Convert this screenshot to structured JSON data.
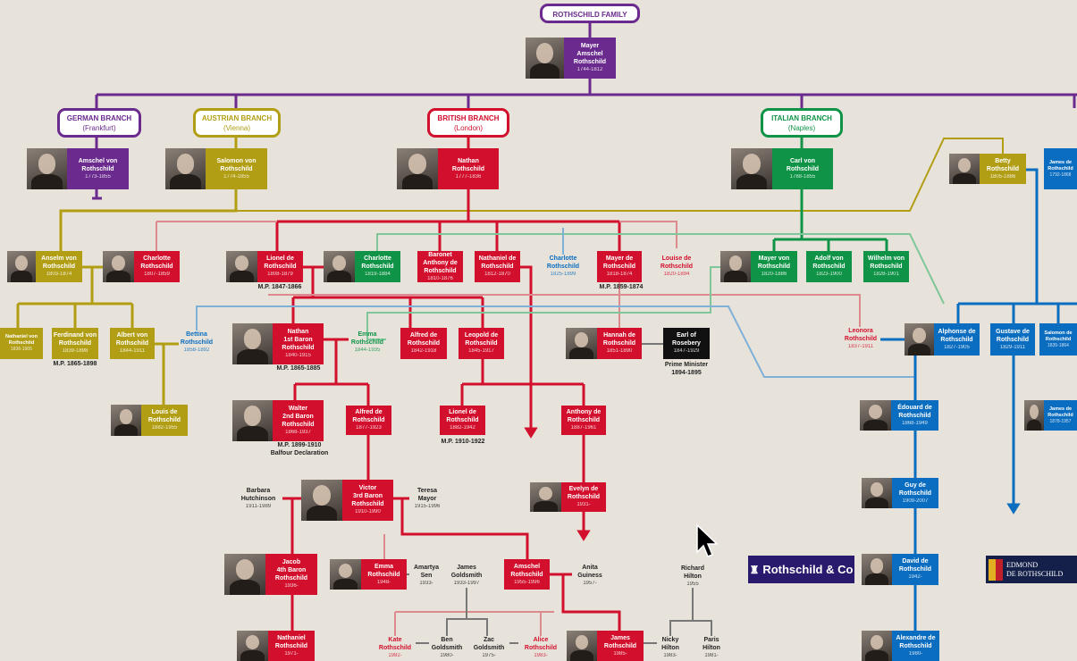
{
  "title": "ROTHSCHILD FAMILY",
  "colors": {
    "purple": "#6a2a8e",
    "olive": "#b29e14",
    "red": "#d20f2c",
    "green": "#0f9447",
    "blue": "#0a6dc0",
    "black": "#111111"
  },
  "branches": [
    {
      "id": "german",
      "label": "GERMAN BRANCH",
      "city": "(Frankfurt)",
      "color": "purple"
    },
    {
      "id": "austrian",
      "label": "AUSTRIAN BRANCH",
      "city": "(Vienna)",
      "color": "olive"
    },
    {
      "id": "british",
      "label": "BRITISH BRANCH",
      "city": "(London)",
      "color": "red"
    },
    {
      "id": "italian",
      "label": "ITALIAN BRANCH",
      "city": "(Naples)",
      "color": "green"
    }
  ],
  "people": [
    {
      "id": "mayer",
      "name": "Mayer\nAmschel\nRothschild",
      "dates": "1744-1812",
      "color": "purple"
    },
    {
      "id": "amschel",
      "name": "Amschel von\nRothschild",
      "dates": "1773-1855",
      "color": "purple"
    },
    {
      "id": "salomon",
      "name": "Salomon von\nRothschild",
      "dates": "1774-1855",
      "color": "olive"
    },
    {
      "id": "nathan",
      "name": "Nathan\nRothschild",
      "dates": "1777-1836",
      "color": "red"
    },
    {
      "id": "carl",
      "name": "Carl von\nRothschild",
      "dates": "1788-1855",
      "color": "green"
    },
    {
      "id": "betty",
      "name": "Betty\nRothschild",
      "dates": "1805-1886",
      "color": "olive"
    },
    {
      "id": "james",
      "name": "James de\nRothschild",
      "dates": "1792-1868",
      "color": "blue"
    },
    {
      "id": "anselm",
      "name": "Anselm von\nRothschild",
      "dates": "1803-1874",
      "color": "olive"
    },
    {
      "id": "charlotte_r",
      "name": "Charlotte\nRothschild",
      "dates": "1807-1859",
      "color": "red"
    },
    {
      "id": "lionel",
      "name": "Lionel de\nRothschild",
      "dates": "1808-1879",
      "color": "red"
    },
    {
      "id": "charlotte_g",
      "name": "Charlotte\nRothschild",
      "dates": "1819-1884",
      "color": "green"
    },
    {
      "id": "anthony",
      "name": "Baronet\nAnthony de\nRothschild",
      "dates": "1810-1876",
      "color": "red"
    },
    {
      "id": "nathaniel",
      "name": "Nathaniel de\nRothschild",
      "dates": "1812-1870",
      "color": "red"
    },
    {
      "id": "charlotte_b",
      "name": "Charlotte\nRothschild",
      "dates": "1825-1899",
      "color": "blue",
      "text": true
    },
    {
      "id": "mayer_de",
      "name": "Mayer de\nRothschild",
      "dates": "1818-1874",
      "color": "red"
    },
    {
      "id": "louise",
      "name": "Louise de\nRothschild",
      "dates": "1820-1894",
      "color": "red",
      "text": true
    },
    {
      "id": "mayer_von",
      "name": "Mayer von\nRothschild",
      "dates": "1820-1886",
      "color": "green"
    },
    {
      "id": "adolf",
      "name": "Adolf von\nRothschild",
      "dates": "1823-1900",
      "color": "green"
    },
    {
      "id": "wilhelm",
      "name": "Wilhelm von\nRothschild",
      "dates": "1828-1901",
      "color": "green"
    },
    {
      "id": "nathaniel_von",
      "name": "Nathaniel von\nRothschild",
      "dates": "1836-1905",
      "color": "olive"
    },
    {
      "id": "ferdinand",
      "name": "Ferdinand von\nRothschild",
      "dates": "1839-1898",
      "color": "olive"
    },
    {
      "id": "albert",
      "name": "Albert von\nRothschild",
      "dates": "1844-1911",
      "color": "olive"
    },
    {
      "id": "bettina",
      "name": "Bettina\nRothschild",
      "dates": "1858-1892",
      "color": "blue",
      "text": true
    },
    {
      "id": "nathan1",
      "name": "Nathan\n1st Baron\nRothschild",
      "dates": "1840-1915",
      "color": "red"
    },
    {
      "id": "emma",
      "name": "Emma\nRothschild",
      "dates": "1844-1935",
      "color": "green",
      "text": true
    },
    {
      "id": "alfred",
      "name": "Alfred de\nRothschild",
      "dates": "1842-1918",
      "color": "red"
    },
    {
      "id": "leopold",
      "name": "Leopold de\nRothschild",
      "dates": "1845-1917",
      "color": "red"
    },
    {
      "id": "hannah",
      "name": "Hannah de\nRothschild",
      "dates": "1851-1890",
      "color": "red"
    },
    {
      "id": "rosebery",
      "name": "Earl of\nRosebery",
      "dates": "1847-1929",
      "color": "black"
    },
    {
      "id": "leonora",
      "name": "Leonora\nRothschild",
      "dates": "1837-1911",
      "color": "red",
      "text": true
    },
    {
      "id": "alphonse",
      "name": "Alphonse de\nRothschild",
      "dates": "1827-1905",
      "color": "blue"
    },
    {
      "id": "gustave",
      "name": "Gustave de\nRothschild",
      "dates": "1829-1911",
      "color": "blue"
    },
    {
      "id": "salomon_j",
      "name": "Salomon de\nRothschild",
      "dates": "1835-1864",
      "color": "blue"
    },
    {
      "id": "louis",
      "name": "Louis de\nRothschild",
      "dates": "1882-1955",
      "color": "olive"
    },
    {
      "id": "walter",
      "name": "Walter\n2nd Baron\nRothschild",
      "dates": "1868-1937",
      "color": "red"
    },
    {
      "id": "alfred2",
      "name": "Alfred de\nRothschild",
      "dates": "1877-1923",
      "color": "red"
    },
    {
      "id": "lionel2",
      "name": "Lionel de\nRothschild",
      "dates": "1882-1942",
      "color": "red"
    },
    {
      "id": "anthony2",
      "name": "Anthony de\nRothschild",
      "dates": "1887-1961",
      "color": "red"
    },
    {
      "id": "edouard",
      "name": "Édouard de\nRothschild",
      "dates": "1868-1949",
      "color": "blue"
    },
    {
      "id": "james_j",
      "name": "James de\nRothschild",
      "dates": "1878-1957",
      "color": "blue"
    },
    {
      "id": "victor",
      "name": "Victor\n3rd Baron\nRothschild",
      "dates": "1910-1990",
      "color": "red"
    },
    {
      "id": "barbara",
      "name": "Barbara\nHutchinson",
      "dates": "1911-1989",
      "color": "black",
      "text": true
    },
    {
      "id": "teresa",
      "name": "Teresa\nMayor",
      "dates": "1915-1996",
      "color": "black",
      "text": true
    },
    {
      "id": "evelyn",
      "name": "Evelyn de\nRothschild",
      "dates": "1931-",
      "color": "red"
    },
    {
      "id": "guy",
      "name": "Guy de\nRothschild",
      "dates": "1909-2007",
      "color": "blue"
    },
    {
      "id": "jacob",
      "name": "Jacob\n4th Baron\nRothschild",
      "dates": "1936-",
      "color": "red"
    },
    {
      "id": "emma2",
      "name": "Emma\nRothschild",
      "dates": "1948-",
      "color": "red"
    },
    {
      "id": "amartya",
      "name": "Amartya\nSen",
      "dates": "1933-",
      "color": "black",
      "text": true
    },
    {
      "id": "james_g",
      "name": "James\nGoldsmith",
      "dates": "1933-1997",
      "color": "black",
      "text": true
    },
    {
      "id": "amschel2",
      "name": "Amschel\nRothschild",
      "dates": "1955-1996",
      "color": "red"
    },
    {
      "id": "anita",
      "name": "Anita\nGuiness",
      "dates": "1957-",
      "color": "black",
      "text": true
    },
    {
      "id": "richard",
      "name": "Richard\nHilton",
      "dates": "1955",
      "color": "black",
      "text": true
    },
    {
      "id": "david",
      "name": "David de\nRothschild",
      "dates": "1942-",
      "color": "blue"
    },
    {
      "id": "nathaniel2",
      "name": "Nathaniel\nRothschild",
      "dates": "1971-",
      "color": "red"
    },
    {
      "id": "kate",
      "name": "Kate\nRothschild",
      "dates": "1982-",
      "color": "red",
      "text": true
    },
    {
      "id": "ben",
      "name": "Ben\nGoldsmith",
      "dates": "1980-",
      "color": "black",
      "text": true
    },
    {
      "id": "zac",
      "name": "Zac\nGoldsmith",
      "dates": "1975-",
      "color": "black",
      "text": true
    },
    {
      "id": "alice",
      "name": "Alice\nRothschild",
      "dates": "1983-",
      "color": "red",
      "text": true
    },
    {
      "id": "james2",
      "name": "James\nRothschild",
      "dates": "1985-",
      "color": "red"
    },
    {
      "id": "nicky",
      "name": "Nicky\nHilton",
      "dates": "1983-",
      "color": "black",
      "text": true
    },
    {
      "id": "paris",
      "name": "Paris\nHilton",
      "dates": "1981-",
      "color": "black",
      "text": true
    },
    {
      "id": "alexandre",
      "name": "Alexandre de\nRothschild",
      "dates": "1980-",
      "color": "blue"
    }
  ],
  "notes": [
    {
      "id": "lionel_mp",
      "text": "M.P. 1847-1866"
    },
    {
      "id": "mayer_mp",
      "text": "M.P. 1859-1874"
    },
    {
      "id": "ferdinand_mp",
      "text": "M.P. 1865-1898"
    },
    {
      "id": "nathan_mp",
      "text": "M.P. 1865-1885"
    },
    {
      "id": "rosebery_pm",
      "text": "Prime Minister\n1894-1895"
    },
    {
      "id": "walter_mp",
      "text": "M.P. 1899-1910\nBalfour Declaration"
    },
    {
      "id": "lionel2_mp",
      "text": "M.P. 1910-1922"
    }
  ],
  "logos": {
    "rothschild_co": "Rothschild & Co",
    "edmond": "EDMOND\nDE ROTHSCHILD"
  }
}
